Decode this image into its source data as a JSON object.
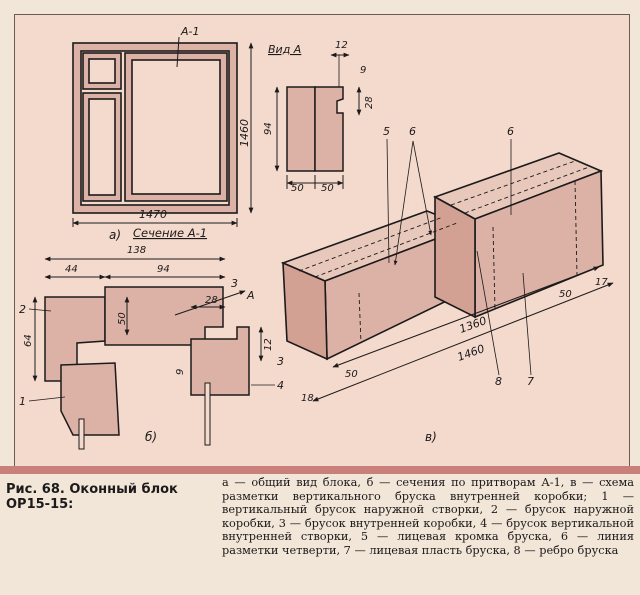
{
  "labels": {
    "a1": "А-1",
    "vid_a": "Вид А",
    "panel_a": "а)",
    "section": "Сечение А-1",
    "panel_b": "б)",
    "panel_v": "в)",
    "arrow_a": "А",
    "dim_1470": "1470",
    "dim_1460_frame": "1460",
    "dim_12_vid": "12",
    "dim_9_vid": "9",
    "dim_28_vid": "28",
    "dim_94_vid": "94",
    "dim_50_left": "50",
    "dim_50_right": "50",
    "dim_138": "138",
    "dim_44": "44",
    "dim_94_sec": "94",
    "dim_28_sec": "28",
    "dim_50_sec": "50",
    "dim_64": "64",
    "dim_12_sec": "12",
    "dim_9_sec": "9",
    "dim_1360": "1360",
    "dim_1460_bar": "1460",
    "dim_18": "18",
    "dim_50_bar": "50",
    "dim_50_bar2": "50",
    "dim_17": "17",
    "num_1": "1",
    "num_2": "2",
    "num_3": "3",
    "num_3b": "3",
    "num_4": "4",
    "num_5": "5",
    "num_6": "6",
    "num_6b": "6",
    "num_7": "7",
    "num_8": "8"
  },
  "caption": {
    "title": "Рис. 68. Оконный блок ОР15-15:",
    "body": "а — общий вид блока, б — сечения по притворам А-1, в — схема разметки вертикального бруска внутренней коробки; 1 — вертикальный брусок наружной створки, 2 — брусок наружной коробки, 3 — брусок внутренней коробки, 4 — брусок вертикальной внутренней створки, 5 — лицевая кромка бруска, 6 — линия разметки четверти, 7 — лицевая пласть бруска, 8 — ребро бруска"
  },
  "colors": {
    "background": "#f2e6d8",
    "figure_fill": "#f4d9cd",
    "wood": "#ddb2a6",
    "stripe": "#c97f7a",
    "ink": "#1c1a1a"
  }
}
